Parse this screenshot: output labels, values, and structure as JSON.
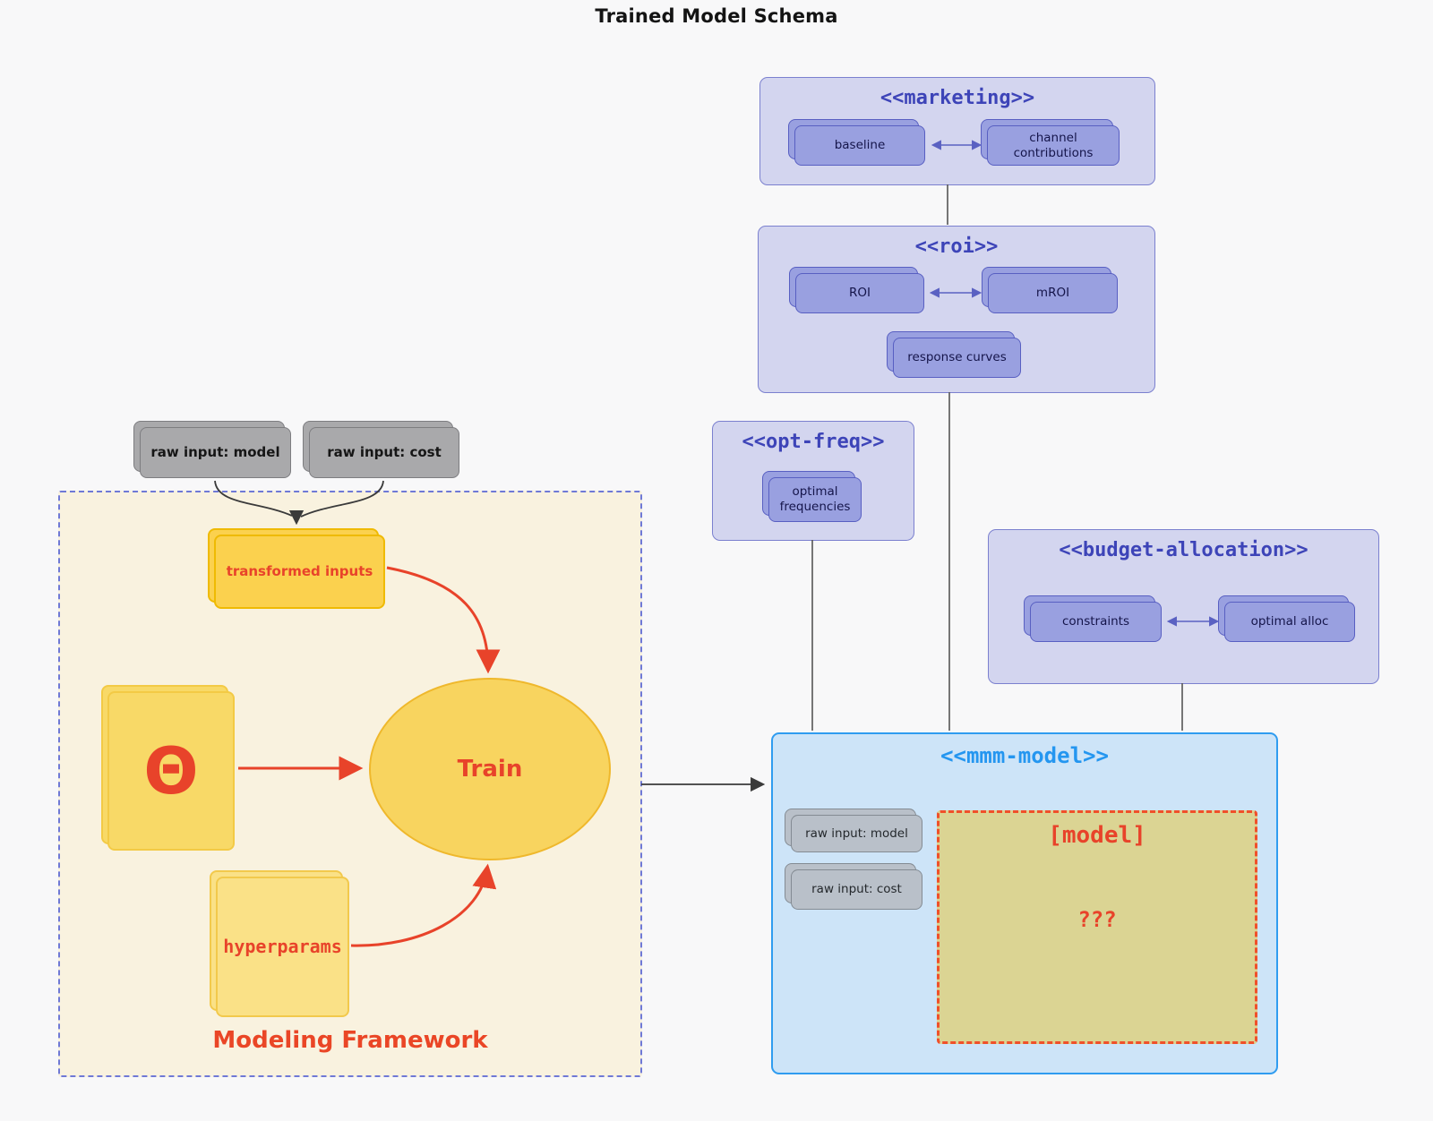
{
  "title": "Trained Model Schema",
  "clusters": {
    "marketing": {
      "title": "<<marketing>>",
      "baseline": "baseline",
      "channel_contributions": "channel contributions"
    },
    "roi": {
      "title": "<<roi>>",
      "roi": "ROI",
      "mroi": "mROI",
      "response_curves": "response curves"
    },
    "opt_freq": {
      "title": "<<opt-freq>>",
      "optimal_frequencies": "optimal frequencies"
    },
    "budget": {
      "title": "<<budget-allocation>>",
      "constraints": "constraints",
      "optimal_alloc": "optimal alloc"
    },
    "mmm": {
      "title": "<<mmm-model>>",
      "raw_input_model": "raw input: model",
      "raw_input_cost": "raw input: cost",
      "model_title": "[model]",
      "model_body": "???"
    }
  },
  "inputs": {
    "raw_model": "raw input: model",
    "raw_cost": "raw input: cost"
  },
  "framework": {
    "label": "Modeling Framework",
    "transformed_inputs": "transformed inputs",
    "theta": "Θ",
    "train": "Train",
    "hyperparams": "hyperparams"
  },
  "colors": {
    "cluster_fill": "#d3d5ef",
    "cluster_border": "#7b80cf",
    "cluster_title": "#3d44b8",
    "inner_node_fill": "#99a0e0",
    "mmm_fill": "#cde4f8",
    "mmm_border": "#2f9cf0",
    "mmm_title": "#2496f0",
    "gray_node_fill": "#a9a9ab",
    "gray_light_fill": "#b9c0c9",
    "framework_fill": "#f9f2df",
    "framework_border": "#6f79d6",
    "yellow_fill": "#fbd14e",
    "yellow_border": "#efba03",
    "red_accent": "#e8432a",
    "model_box_fill": "#dbd493",
    "line_dark": "#555555",
    "line_purple": "#5a61c2"
  }
}
